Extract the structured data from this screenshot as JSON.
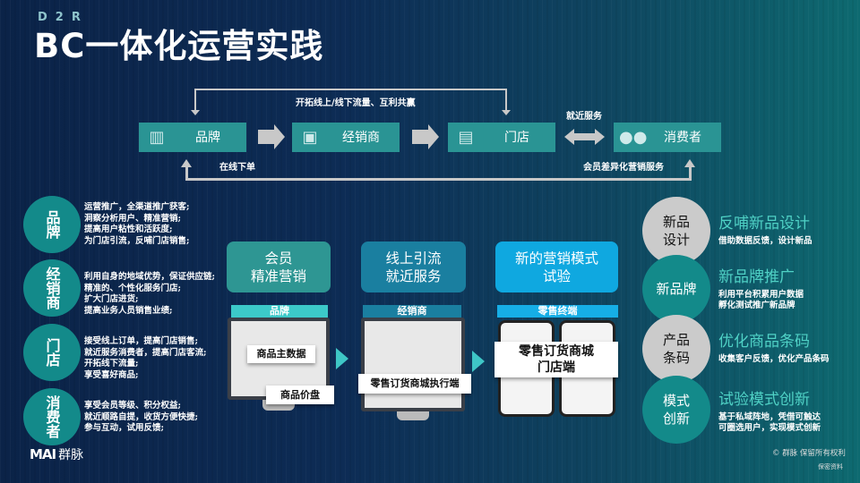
{
  "header": {
    "tag": "D2R",
    "title": "BC一体化运营实践"
  },
  "flow": {
    "nodes": [
      {
        "label": "品牌",
        "icon": "building-icon"
      },
      {
        "label": "经销商",
        "icon": "presentation-icon"
      },
      {
        "label": "门店",
        "icon": "store-window-icon"
      },
      {
        "label": "消费者",
        "icon": "people-icon"
      }
    ],
    "top_label": "开拓线上/线下流量、互利共赢",
    "near_label": "就近服务",
    "bottom_left_label": "在线下单",
    "bottom_right_label": "会员差异化营销服务"
  },
  "roles": [
    {
      "name": "品牌",
      "lines": [
        "运营推广，全渠道推广获客;",
        "洞察分析用户、精准营销;",
        "提高用户粘性和活跃度;",
        "为门店引流，反哺门店销售;"
      ]
    },
    {
      "name": "经销商",
      "lines": [
        "利用自身的地域优势，保证供应链;",
        "精准的、个性化服务门店;",
        "扩大门店进货;",
        "提高业务人员销售业绩;"
      ]
    },
    {
      "name": "门店",
      "lines": [
        "接受线上订单，提高门店销售;",
        "就近服务消费者，提高门店客流;",
        "开拓线下流量;",
        "享受喜好商品;"
      ]
    },
    {
      "name": "消费者",
      "lines": [
        "享受会员等级、积分权益;",
        "就近顺路自提，收货方便快捷;",
        "参与互动，试用反馈;"
      ]
    }
  ],
  "cards": [
    {
      "l1": "会员",
      "l2": "精准营销",
      "sub": "品牌",
      "labels": [
        "商品主数据",
        "商品价盘"
      ]
    },
    {
      "l1": "线上引流",
      "l2": "就近服务",
      "sub": "经销商",
      "labels": [
        "零售订货商城执行端"
      ]
    },
    {
      "l1": "新的营销模式",
      "l2": "试验",
      "sub": "零售终端",
      "labels": [
        "零售订货商城",
        "门店端"
      ]
    }
  ],
  "benefits": [
    {
      "c1": "新品",
      "c2": "设计",
      "title": "反哺新品设计",
      "lines": [
        "借助数据反馈，设计新品"
      ]
    },
    {
      "c1": "新品牌",
      "c2": "",
      "title": "新品牌推广",
      "lines": [
        "利用平台积累用户数据",
        "孵化测试推广新品牌"
      ]
    },
    {
      "c1": "产品",
      "c2": "条码",
      "title": "优化商品条码",
      "lines": [
        "收集客户反馈，优化产品条码"
      ]
    },
    {
      "c1": "模式",
      "c2": "创新",
      "title": "试验模式创新",
      "lines": [
        "基于私域阵地，凭借可触达",
        "可圈选用户，实现模式创新"
      ]
    }
  ],
  "footer": {
    "logo": "MAI",
    "logo_cn": "群脉",
    "copyright": "© 群脉 保留所有权利",
    "confidential": "保密资料"
  }
}
